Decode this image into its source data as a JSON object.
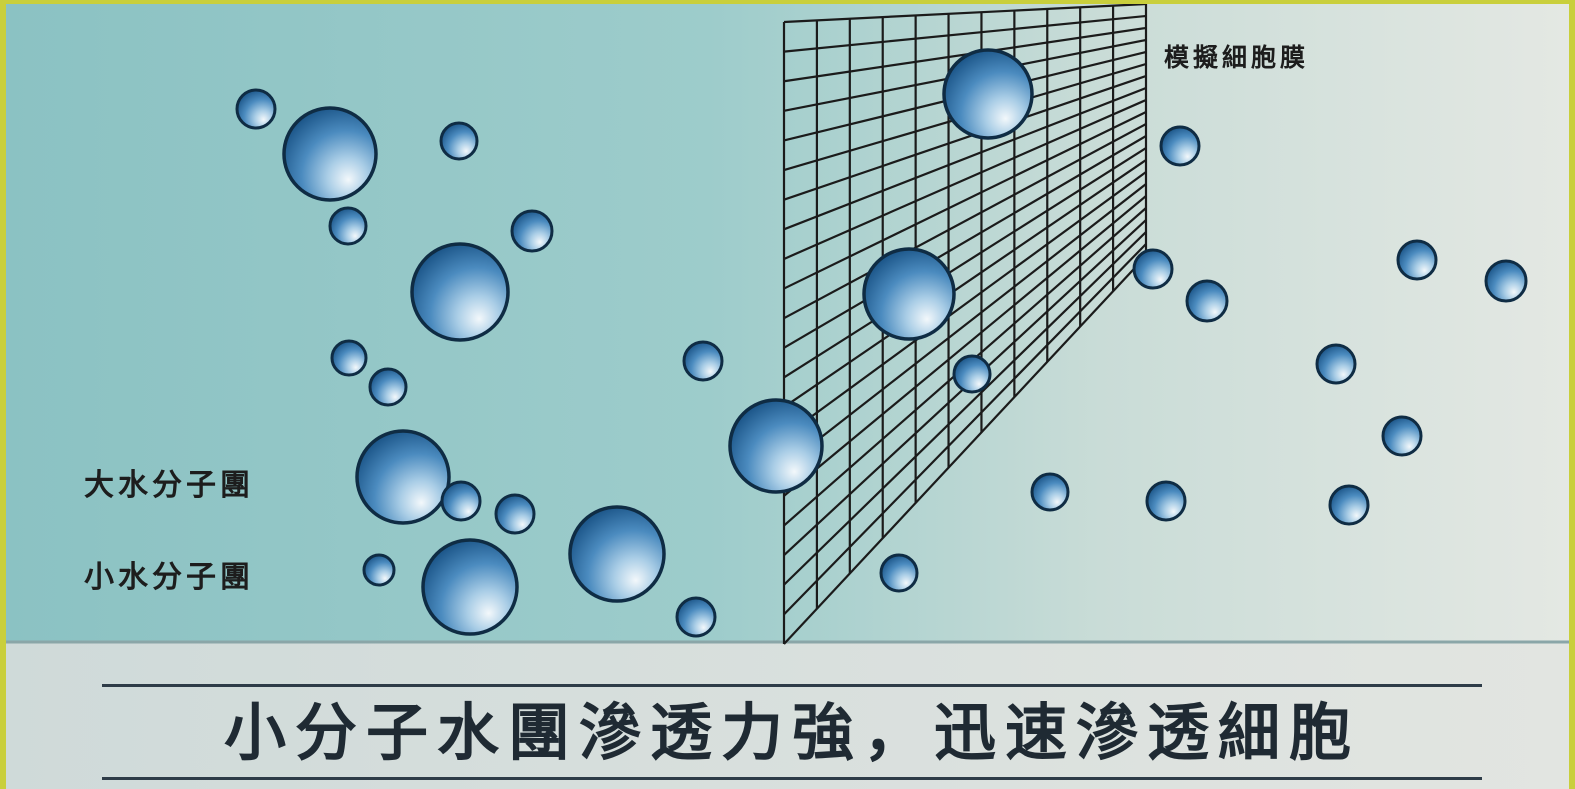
{
  "labels": {
    "membrane": "模擬細胞膜",
    "large_cluster": "大水分子團",
    "small_cluster": "小水分子團"
  },
  "caption": "小分子水團滲透力強，迅速滲透細胞",
  "colors": {
    "frame_background": "#c9cf3c",
    "left_region": "#8cc3c4",
    "right_region": "#dde3df",
    "caption_band": "#d4dcdb",
    "mesh_line": "#1b1b1b",
    "droplet_light": "#eaf4fb",
    "droplet_dark": "#1e5f96"
  },
  "icons": {
    "droplet": "water-droplet-icon",
    "membrane": "mesh-grid-membrane"
  }
}
